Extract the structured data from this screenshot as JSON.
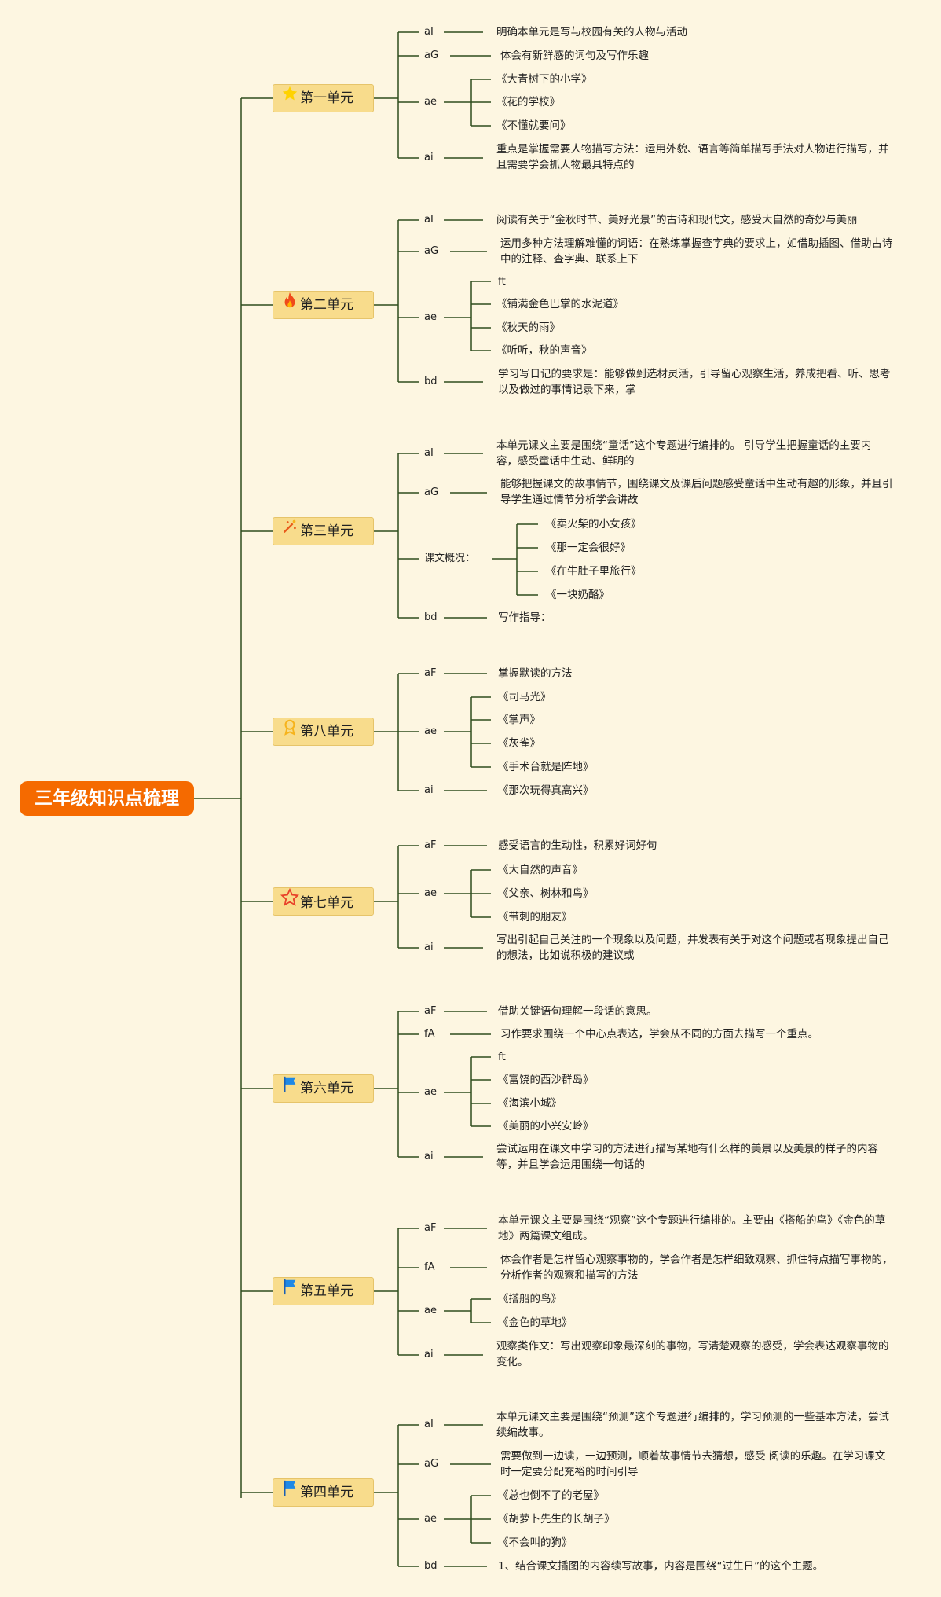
{
  "root": "三年级知识点梳理",
  "icons": {
    "u1": "star-icon",
    "u2": "fire-icon",
    "u3": "sparkle-wand-icon",
    "u8": "ribbon-icon",
    "u7": "star-outline-icon",
    "flag": "flag-icon"
  },
  "units": {
    "u1": {
      "title": "第一单元",
      "aI": "aI",
      "aI_text": "明确本单元是写与校园有关的人物与活动",
      "aG": "aG",
      "aG_text": "体会有新鲜感的词句及写作乐趣",
      "ae": "ae",
      "lessons": [
        "《大青树下的小学》",
        "《花的学校》",
        "《不懂就要问》"
      ],
      "ai": "ai",
      "ai_text": "重点是掌握需要人物描写方法：运用外貌、语言等简单描写手法对人物进行描写，并且需要学会抓人物最具特点的"
    },
    "u2": {
      "title": "第二单元",
      "aI": "aI",
      "aI_text": "阅读有关于“金秋时节、美好光景”的古诗和现代文，感受大自然的奇妙与美丽",
      "aG": "aG",
      "aG_text": "运用多种方法理解难懂的词语：在熟练掌握查字典的要求上，如借助插图、借助古诗中的注释、查字典、联系上下",
      "ae": "ae",
      "lessons": [
        "ft",
        "《铺满金色巴掌的水泥道》",
        "《秋天的雨》",
        "《听听，秋的声音》"
      ],
      "bd": "bd",
      "bd_text": "学习写日记的要求是：能够做到选材灵活，引导留心观察生活，养成把看、听、思考以及做过的事情记录下来，掌"
    },
    "u3": {
      "title": "第三单元",
      "aI": "aI",
      "aI_text": "本单元课文主要是围绕“童话”这个专题进行编排的。 引导学生把握童话的主要内容，感受童话中生动、鲜明的",
      "aG": "aG",
      "aG_text": "能够把握课文的故事情节，围绕课文及课后问题感受童话中生动有趣的形象，并且引导学生通过情节分析学会讲故",
      "overview": "课文概况：",
      "lessons": [
        "《卖火柴的小女孩》",
        "《那一定会很好》",
        "《在牛肚子里旅行》",
        "《一块奶酪》"
      ],
      "bd": "bd",
      "bd_text": "写作指导："
    },
    "u8": {
      "title": "第八单元",
      "aF": "aF",
      "aF_text": "掌握默读的方法",
      "ae": "ae",
      "lessons": [
        "《司马光》",
        "《掌声》",
        "《灰雀》",
        "《手术台就是阵地》"
      ],
      "ai": "ai",
      "ai_text": "《那次玩得真高兴》"
    },
    "u7": {
      "title": "第七单元",
      "aF": "aF",
      "aF_text": "感受语言的生动性，积累好词好句",
      "ae": "ae",
      "lessons": [
        "《大自然的声音》",
        "《父亲、树林和鸟》",
        "《带刺的朋友》"
      ],
      "ai": "ai",
      "ai_text": "写出引起自己关注的一个现象以及问题，并发表有关于对这个问题或者现象提出自己的想法，比如说积极的建议或"
    },
    "u6": {
      "title": "第六单元",
      "aF": "aF",
      "aF_text": "借助关键语句理解一段话的意思。",
      "fA": "fA",
      "fA_text": "习作要求围绕一个中心点表达，学会从不同的方面去描写一个重点。",
      "ae": "ae",
      "lessons": [
        "ft",
        "《富饶的西沙群岛》",
        "《海滨小城》",
        "《美丽的小兴安岭》"
      ],
      "ai": "ai",
      "ai_text": "尝试运用在课文中学习的方法进行描写某地有什么样的美景以及美景的样子的内容等，并且学会运用围绕一句话的"
    },
    "u5": {
      "title": "第五单元",
      "aF": "aF",
      "aF_text": "本单元课文主要是围绕“观察”这个专题进行编排的。主要由《搭船的鸟》《金色的草地》两篇课文组成。",
      "fA": "fA",
      "fA_text": "体会作者是怎样留心观察事物的，学会作者是怎样细致观察、抓住特点描写事物的，分析作者的观察和描写的方法",
      "ae": "ae",
      "lessons": [
        "《搭船的鸟》",
        "《金色的草地》"
      ],
      "ai": "ai",
      "ai_text": "观察类作文：写出观察印象最深刻的事物，写清楚观察的感受，学会表达观察事物的变化。"
    },
    "u4": {
      "title": "第四单元",
      "aI": "aI",
      "aI_text": "本单元课文主要是围绕“预测”这个专题进行编排的，学习预测的一些基本方法，尝试续编故事。",
      "aG": "aG",
      "aG_text": "需要做到一边读，一边预测，顺着故事情节去猜想，感受 阅读的乐趣。在学习课文时一定要分配充裕的时间引导",
      "ae": "ae",
      "lessons": [
        "《总也倒不了的老屋》",
        "《胡萝卜先生的长胡子》",
        "《不会叫的狗》"
      ],
      "bd": "bd",
      "bd_text": "1、结合课文插图的内容续写故事，内容是围绕“过生日”的这个主题。"
    }
  }
}
